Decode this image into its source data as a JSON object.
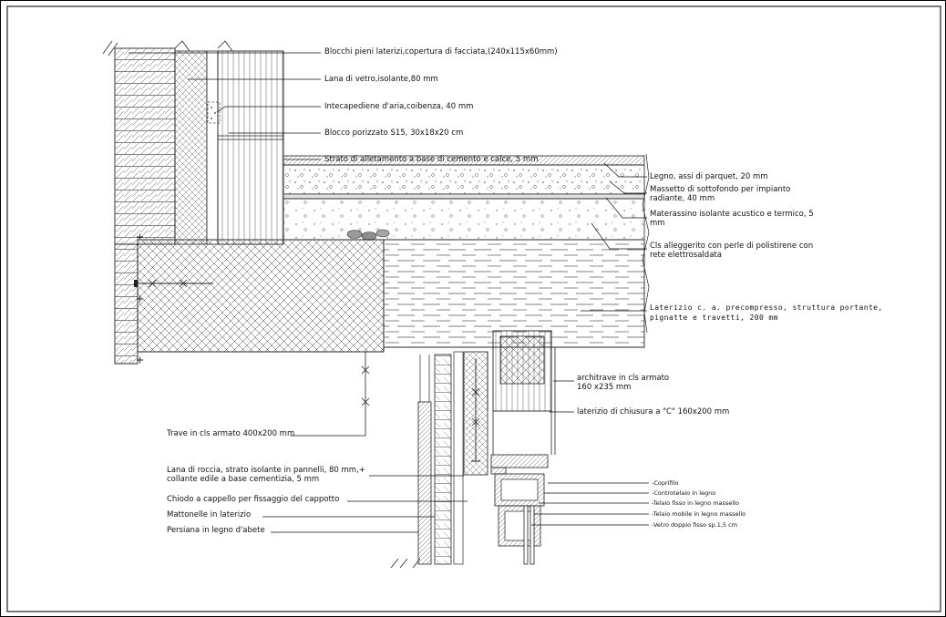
{
  "colors": {
    "line": "#1a1a1a",
    "paper": "#ffffff"
  },
  "labels": {
    "wall_top": [
      {
        "id": "blocchi-pieni",
        "text": "Blocchi pieni laterizi,copertura di facciata,(240x115x60mm)"
      },
      {
        "id": "lana-di-vetro",
        "text": "Lana di vetro,isolante,80 mm"
      },
      {
        "id": "intercapedine-aria",
        "text": "Intecapediene d'aria,coibenza, 40 mm"
      },
      {
        "id": "blocco-porizzato",
        "text": "Blocco porizzato S15, 30x18x20 cm"
      },
      {
        "id": "strato-allettamento",
        "text": "Strato di alletamento a base di cemento e calce, 5 mm"
      }
    ],
    "floor_right": [
      {
        "id": "parquet",
        "text": "Legno, assi di parquet, 20 mm"
      },
      {
        "id": "massetto",
        "text": "Massetto di sottofondo per impianto radiante, 40 mm"
      },
      {
        "id": "materassino",
        "text": "Materassino isolante acustico e termico, 5 mm"
      },
      {
        "id": "cls-alleggerito",
        "text": "Cls alleggerito con perle di polistirene con rete elettrosaldata"
      },
      {
        "id": "laterizio-ca",
        "text": "Laterizio c. a. precompresso, struttura portante, pignatte e travetti, 200 mm"
      }
    ],
    "lintel": [
      {
        "id": "architrave",
        "text": "architrave in cls armato 160 x235 mm"
      },
      {
        "id": "laterizio-chiusura",
        "text": "laterizio di chiusura a \"C\" 160x200 mm"
      }
    ],
    "window": [
      {
        "id": "coprifilo",
        "text": "-Coprifilo"
      },
      {
        "id": "controtelaio",
        "text": "-Controtelaio in legno"
      },
      {
        "id": "telaio-fisso",
        "text": "-Telaio fisso in legno massello"
      },
      {
        "id": "telaio-mobile",
        "text": "-Telaio mobile in legno massello"
      },
      {
        "id": "vetro-doppio",
        "text": "-Vetro doppio fisso sp.1,5 cm"
      }
    ],
    "bottom_left": [
      {
        "id": "trave",
        "text": "Trave in cls armato 400x200 mm"
      },
      {
        "id": "lana-roccia",
        "text": "Lana di roccia, strato isolante in pannelli, 80 mm,+ collante edile a base cementizia, 5 mm"
      },
      {
        "id": "chiodo",
        "text": "Chiodo a cappello per fissaggio del cappotto"
      },
      {
        "id": "mattonelle",
        "text": "Mattonelle in laterizio"
      },
      {
        "id": "persiana",
        "text": "Persiana in legno d'abete"
      }
    ]
  }
}
